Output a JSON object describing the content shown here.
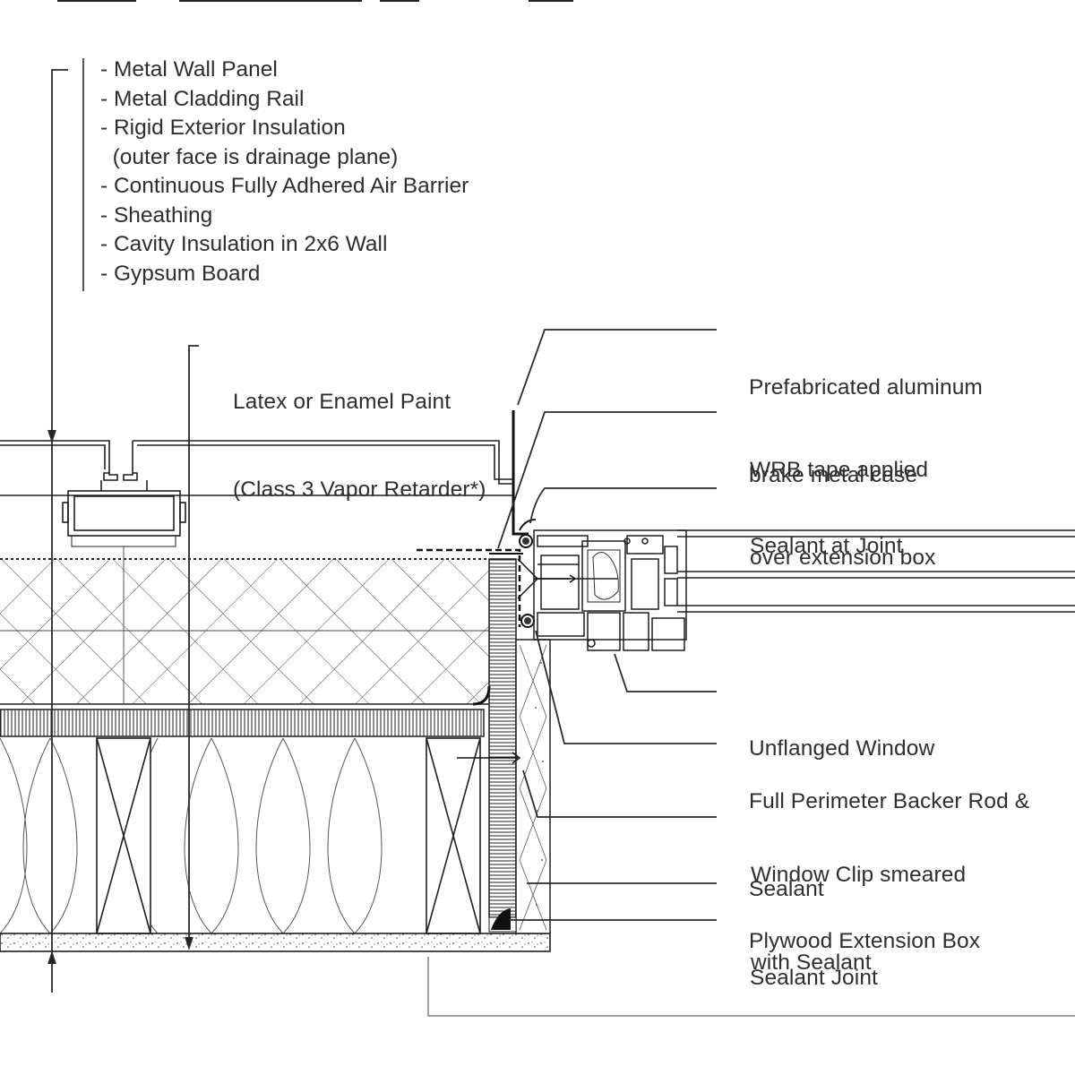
{
  "layers_note": {
    "items": [
      "- Metal Wall Panel",
      "- Metal Cladding Rail",
      "- Rigid Exterior Insulation",
      "  (outer face is drainage plane)",
      "- Continuous Fully Adhered Air Barrier",
      "- Sheathing",
      "- Cavity Insulation in 2x6 Wall",
      "- Gypsum Board"
    ]
  },
  "callouts": {
    "paint": [
      "Latex or Enamel Paint",
      "(Class 3 Vapor Retarder*)"
    ],
    "brake_metal": [
      "Prefabricated aluminum",
      "brake metal case"
    ],
    "wrb_tape": [
      "WRB tape applied",
      "over extension box"
    ],
    "sealant_joint_top": [
      "Sealant at Joint"
    ],
    "window": [
      "Unflanged Window"
    ],
    "backer_rod": [
      "Full Perimeter Backer Rod &",
      "Sealant"
    ],
    "window_clip": [
      "Window Clip smeared",
      "with Sealant"
    ],
    "plywood_box": [
      "Plywood Extension Box"
    ],
    "sealant_joint_bottom": [
      "Sealant Joint"
    ]
  },
  "colors": {
    "line": "#1e1e1e",
    "text": "#2e2e2e",
    "background": "#ffffff"
  }
}
